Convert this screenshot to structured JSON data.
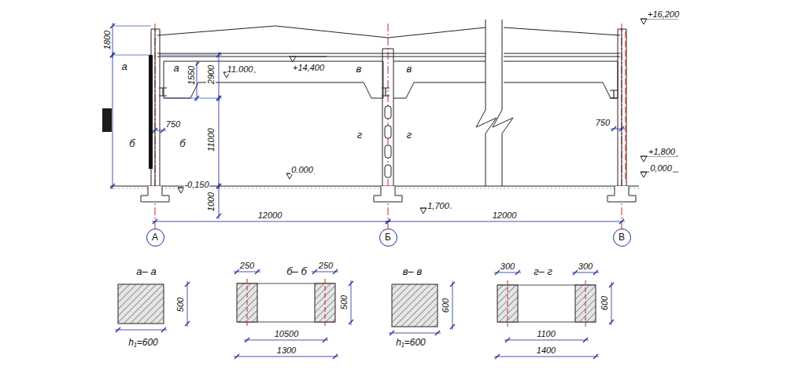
{
  "diagram": {
    "nodes": [
      {
        "text": [
          "А"
        ]
      },
      {
        "text": [
          "Б"
        ]
      },
      {
        "text": [
          "В"
        ]
      }
    ],
    "labels": [
      "1800",
      "а",
      "б",
      "а",
      "1550",
      "2900",
      "11.000",
      "+14,400",
      "в",
      "в",
      "750",
      "б",
      "11000",
      "г",
      "г",
      "0.000",
      "-0,150",
      "1000",
      "1,700",
      "12000",
      "12000",
      "+16,200",
      "750",
      "+1,800",
      "0,000",
      "а– а",
      "500",
      "h₁=600",
      "б– б",
      "250",
      "250",
      "500",
      "10500",
      "1300",
      "в– в",
      "600",
      "h₁=600",
      "г– г",
      "300",
      "300",
      "600",
      "1100",
      "1400"
    ]
  }
}
